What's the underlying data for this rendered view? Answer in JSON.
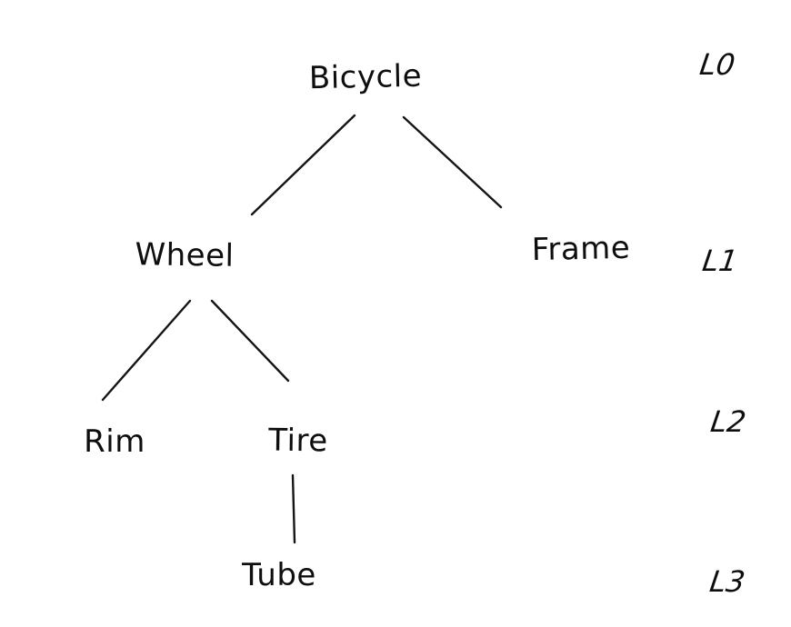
{
  "diagram": {
    "type": "tree",
    "background_color": "#ffffff",
    "ink_color": "#151515",
    "nodes": [
      {
        "id": "bicycle",
        "label": "Bicycle",
        "level": 0,
        "parent": null
      },
      {
        "id": "wheel",
        "label": "Wheel",
        "level": 1,
        "parent": "bicycle"
      },
      {
        "id": "frame",
        "label": "Frame",
        "level": 1,
        "parent": "bicycle"
      },
      {
        "id": "rim",
        "label": "Rim",
        "level": 2,
        "parent": "wheel"
      },
      {
        "id": "tire",
        "label": "Tire",
        "level": 2,
        "parent": "wheel"
      },
      {
        "id": "tube",
        "label": "Tube",
        "level": 3,
        "parent": "tire"
      }
    ],
    "edges": [
      {
        "from": "Bicycle",
        "to": "Wheel"
      },
      {
        "from": "Bicycle",
        "to": "Frame"
      },
      {
        "from": "Wheel",
        "to": "Rim"
      },
      {
        "from": "Wheel",
        "to": "Tire"
      },
      {
        "from": "Tire",
        "to": "Tube"
      }
    ],
    "level_labels": [
      {
        "label": "L0"
      },
      {
        "label": "L1"
      },
      {
        "label": "L2"
      },
      {
        "label": "L3"
      }
    ]
  }
}
